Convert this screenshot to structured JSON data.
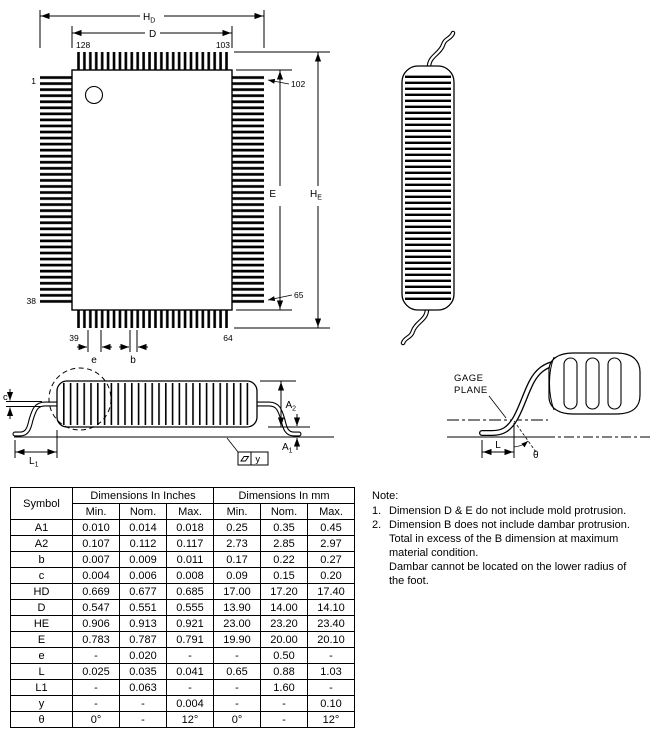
{
  "topview": {
    "hd": {
      "main": "H",
      "sub": "D"
    },
    "d": "D",
    "e": "E",
    "he": {
      "main": "H",
      "sub": "E"
    },
    "pitch": "e",
    "lead_width": "b",
    "pins": {
      "p1": "1",
      "p38": "38",
      "p39": "39",
      "p64": "64",
      "p65": "65",
      "p102": "102",
      "p103": "103",
      "p128": "128"
    }
  },
  "sideview": {
    "c": "c",
    "l1": {
      "main": "L",
      "sub": "1"
    },
    "a2": {
      "main": "A",
      "sub": "2"
    },
    "a1": {
      "main": "A",
      "sub": "1"
    },
    "y": "y"
  },
  "detail": {
    "gage_line1": "GAGE",
    "gage_line2": "PLANE",
    "l": "L",
    "theta": "θ"
  },
  "table": {
    "symbol_header": "Symbol",
    "inches_header": "Dimensions In Inches",
    "mm_header": "Dimensions In mm",
    "sub_headers": [
      "Min.",
      "Nom.",
      "Max.",
      "Min.",
      "Nom.",
      "Max."
    ],
    "rows": [
      [
        "A1",
        "0.010",
        "0.014",
        "0.018",
        "0.25",
        "0.35",
        "0.45"
      ],
      [
        "A2",
        "0.107",
        "0.112",
        "0.117",
        "2.73",
        "2.85",
        "2.97"
      ],
      [
        "b",
        "0.007",
        "0.009",
        "0.011",
        "0.17",
        "0.22",
        "0.27"
      ],
      [
        "c",
        "0.004",
        "0.006",
        "0.008",
        "0.09",
        "0.15",
        "0.20"
      ],
      [
        "HD",
        "0.669",
        "0.677",
        "0.685",
        "17.00",
        "17.20",
        "17.40"
      ],
      [
        "D",
        "0.547",
        "0.551",
        "0.555",
        "13.90",
        "14.00",
        "14.10"
      ],
      [
        "HE",
        "0.906",
        "0.913",
        "0.921",
        "23.00",
        "23.20",
        "23.40"
      ],
      [
        "E",
        "0.783",
        "0.787",
        "0.791",
        "19.90",
        "20.00",
        "20.10"
      ],
      [
        "e",
        "-",
        "0.020",
        "-",
        "-",
        "0.50",
        "-"
      ],
      [
        "L",
        "0.025",
        "0.035",
        "0.041",
        "0.65",
        "0.88",
        "1.03"
      ],
      [
        "L1",
        "-",
        "0.063",
        "-",
        "-",
        "1.60",
        "-"
      ],
      [
        "y",
        "-",
        "-",
        "0.004",
        "-",
        "-",
        "0.10"
      ],
      [
        "θ",
        "0°",
        "-",
        "12°",
        "0°",
        "-",
        "12°"
      ]
    ]
  },
  "notes": {
    "title": "Note:",
    "items": [
      {
        "num": "1.",
        "text": "Dimension D & E do not include mold protrusion."
      },
      {
        "num": "2.",
        "text": "Dimension B does not include dambar protrusion.\nTotal in excess of the B dimension at maximum\nmaterial condition.\nDambar cannot be located on the lower radius of\nthe foot."
      }
    ]
  }
}
